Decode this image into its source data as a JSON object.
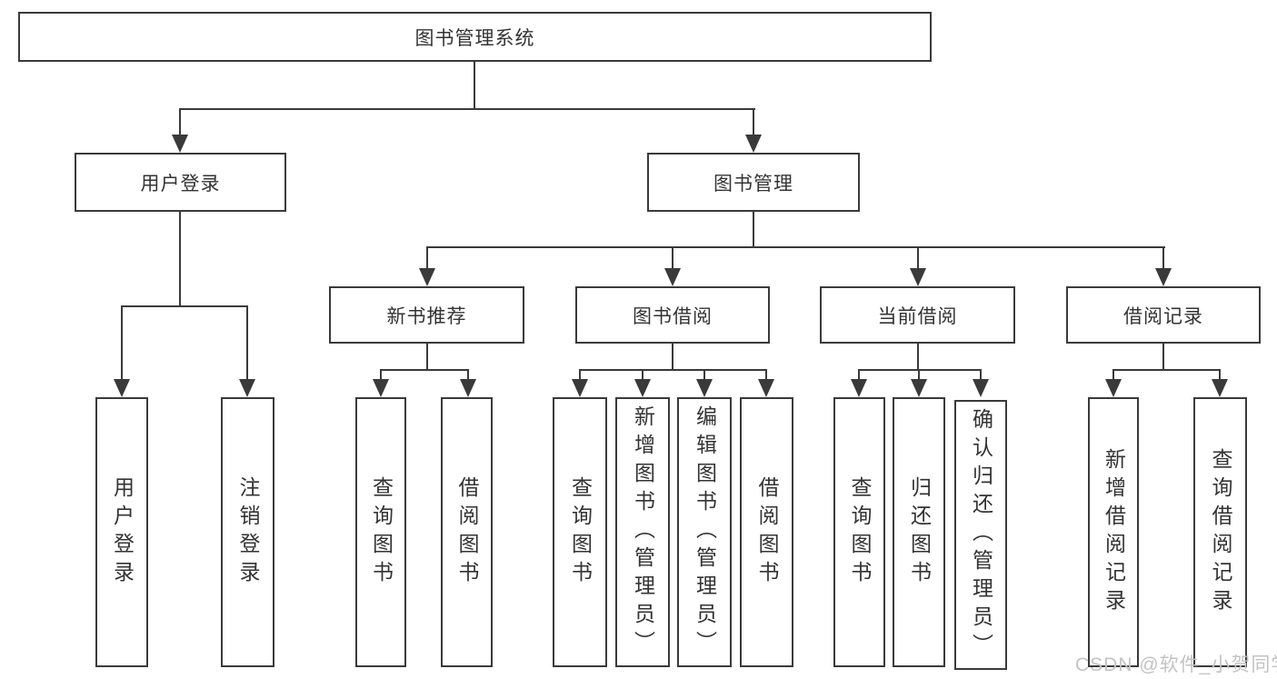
{
  "diagram": {
    "root": {
      "label": "图书管理系统"
    },
    "level1": {
      "user_login": {
        "label": "用户登录"
      },
      "book_management": {
        "label": "图书管理"
      }
    },
    "level2": {
      "new_book_recommend": {
        "label": "新书推荐"
      },
      "book_borrow": {
        "label": "图书借阅"
      },
      "current_borrow": {
        "label": "当前借阅"
      },
      "borrow_record": {
        "label": "借阅记录"
      }
    },
    "leaves": {
      "user": [
        "用户登录",
        "注销登录"
      ],
      "recommend": [
        "查询图书",
        "借阅图书"
      ],
      "borrow": [
        "查询图书",
        "新增图书（管理员）",
        "编辑图书（管理员）",
        "借阅图书"
      ],
      "current": [
        "查询图书",
        "归还图书",
        "确认归还（管理员）"
      ],
      "record": [
        "新增借阅记录",
        "查询借阅记录"
      ]
    }
  },
  "watermark": "CSDN @软件_小贺同学",
  "colors": {
    "line": "#3a3a3a",
    "text": "#333333",
    "watermark": "#c3c3c3",
    "background": "#ffffff"
  }
}
